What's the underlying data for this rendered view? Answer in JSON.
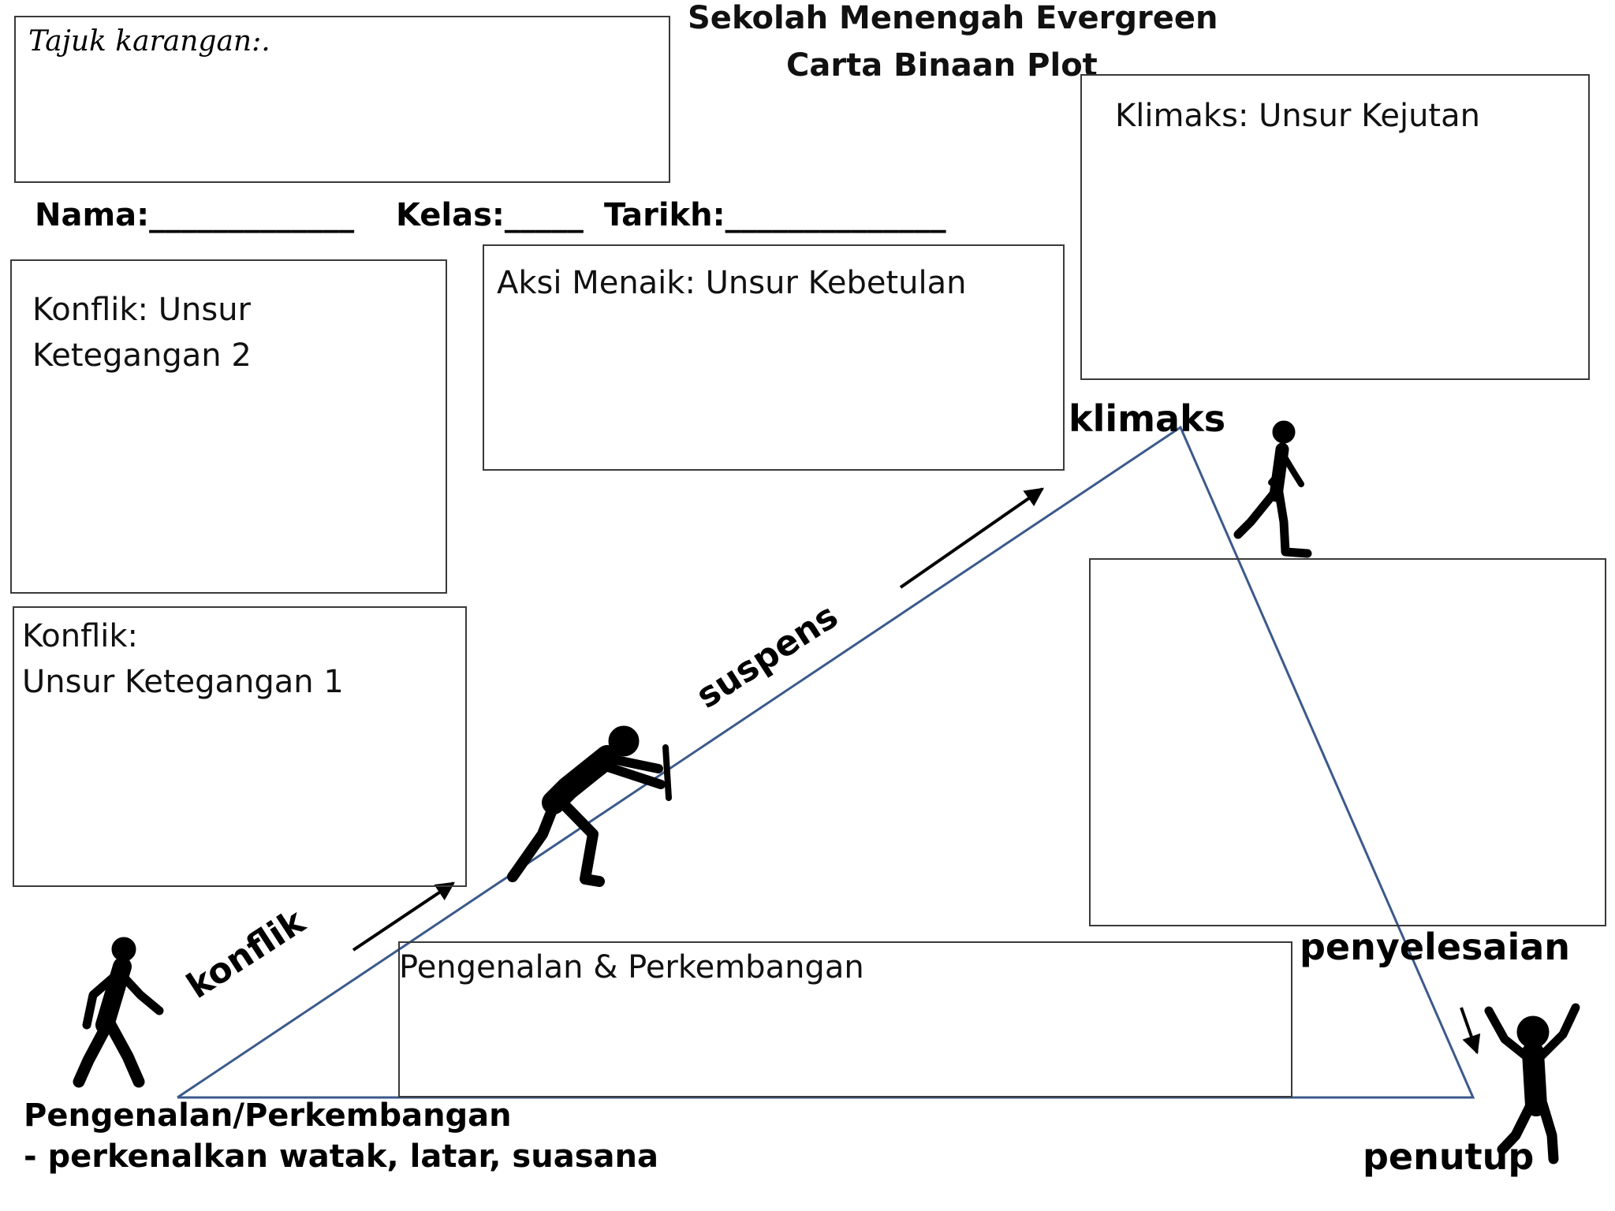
{
  "header": {
    "school": "Sekolah Menengah Evergreen",
    "chart_title": "Carta Binaan Plot"
  },
  "form": {
    "essay_title_label": "Tajuk karangan:.",
    "name_label": "Nama:_____________",
    "class_label": "Kelas:_____",
    "date_label": "Tarikh:______________"
  },
  "boxes": {
    "climax": "Klimaks: Unsur Kejutan",
    "rising_action": "Aksi Menaik: Unsur Kebetulan",
    "conflict2_line1": "Konflik: Unsur",
    "conflict2_line2": "Ketegangan 2",
    "conflict1_line1": "Konflik:",
    "conflict1_line2": "Unsur Ketegangan 1",
    "intro_development": "Pengenalan & Perkembangan",
    "resolution": ""
  },
  "stages": {
    "conflict": "konflik",
    "suspense": "suspens",
    "climax": "klimaks",
    "resolution": "penyelesaian",
    "ending": "penutup",
    "intro_title": "Pengenalan/Perkembangan",
    "intro_desc": "- perkenalkan watak, latar, suasana"
  },
  "colors": {
    "plot_line": "#3b5a8c",
    "figure": "#000000",
    "box_border": "#3a3a3a"
  }
}
